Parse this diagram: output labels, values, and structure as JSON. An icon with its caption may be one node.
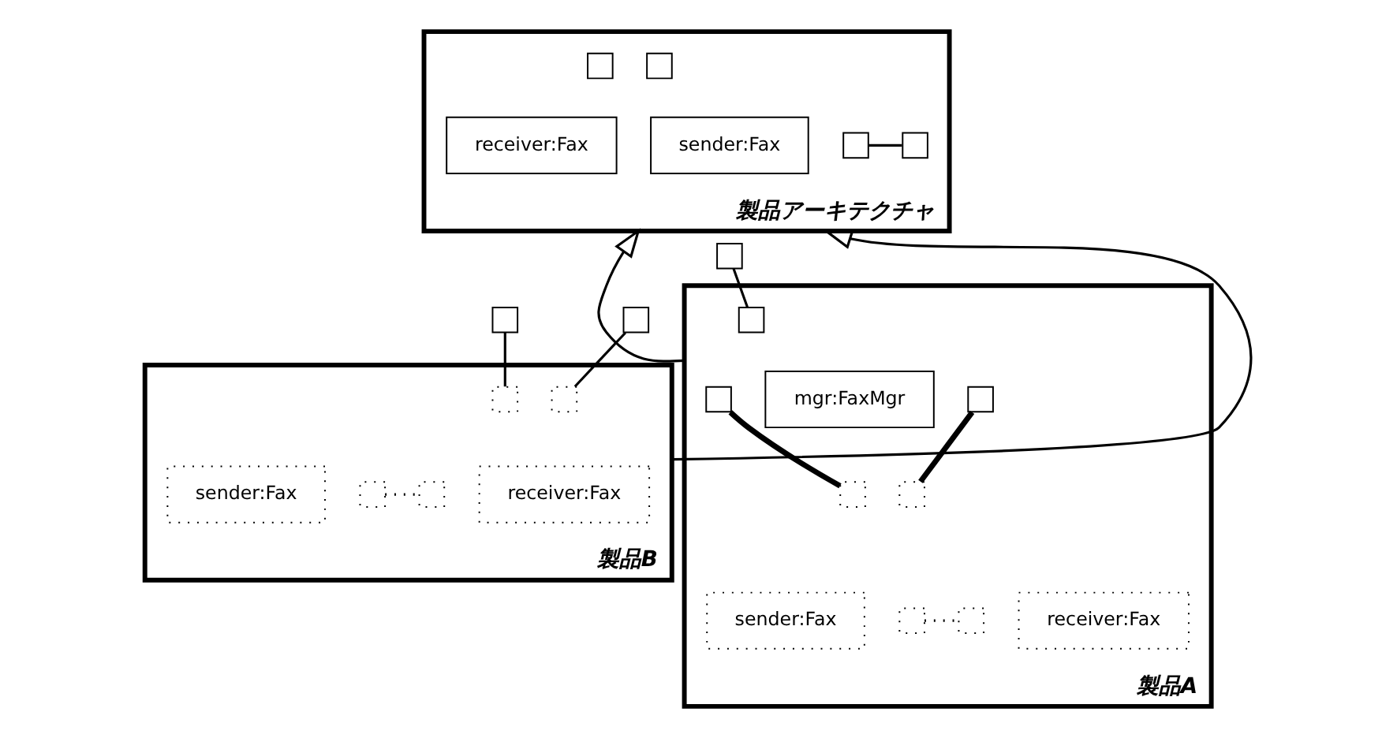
{
  "diagram": {
    "nodes": [
      {
        "text": [
          "製品アーキテクチャ"
        ]
      },
      {
        "text": [
          "sender:Fax"
        ],
        "in": 0
      },
      {
        "text": [
          "receiver:Fax"
        ],
        "in": 0
      },
      {
        "text": [],
        "shape": "box",
        "in": 0
      },
      {
        "text": [],
        "shape": "box",
        "in": 0
      },
      {
        "text": [],
        "shape": "box",
        "in": 0
      },
      {
        "text": [],
        "shape": "box",
        "in": 0
      },
      {
        "text": [
          "製品A"
        ]
      },
      {
        "text": [],
        "shape": "box"
      },
      {
        "text": [
          "mgr:FaxMgr"
        ],
        "in": 7
      },
      {
        "text": [],
        "shape": "box",
        "in": 7
      },
      {
        "text": [],
        "shape": "box",
        "in": 7
      },
      {
        "text": [],
        "shape": "box",
        "in": 7
      },
      {
        "text": [
          "sender:Fax"
        ],
        "in": 7
      },
      {
        "text": [
          "receiver:Fax"
        ],
        "in": 7
      },
      {
        "text": [],
        "shape": "box",
        "in": 7
      },
      {
        "text": [],
        "shape": "box",
        "in": 7
      },
      {
        "text": [],
        "shape": "box",
        "in": 7
      },
      {
        "text": [],
        "shape": "box",
        "in": 7
      },
      {
        "text": [
          "製品B"
        ]
      },
      {
        "text": [],
        "shape": "box"
      },
      {
        "text": [],
        "shape": "box"
      },
      {
        "text": [
          "sender:Fax"
        ],
        "in": 19
      },
      {
        "text": [
          "receiver:Fax"
        ],
        "in": 19
      },
      {
        "text": [],
        "shape": "box",
        "in": 19
      },
      {
        "text": [],
        "shape": "box",
        "in": 19
      },
      {
        "text": [],
        "shape": "box",
        "in": 19
      },
      {
        "text": [],
        "shape": "box",
        "in": 19
      }
    ],
    "edges": [
      {
        "from": 4,
        "to": 6,
        "arrow": "none"
      },
      {
        "from": 7,
        "to": 0,
        "arrow": "to"
      },
      {
        "from": 19,
        "to": 0,
        "arrow": "to"
      },
      {
        "from": 8,
        "to": 10,
        "arrow": "none"
      },
      {
        "from": 11,
        "to": 15,
        "arrow": "none",
        "style": "thick"
      },
      {
        "from": 12,
        "to": 17,
        "arrow": "none",
        "style": "thick"
      },
      {
        "from": 16,
        "to": 18,
        "arrow": "none",
        "style": "dashed"
      },
      {
        "from": 20,
        "to": 24,
        "arrow": "none"
      },
      {
        "from": 21,
        "to": 26,
        "arrow": "none"
      },
      {
        "from": 25,
        "to": 27,
        "arrow": "none",
        "style": "dashed"
      }
    ]
  }
}
